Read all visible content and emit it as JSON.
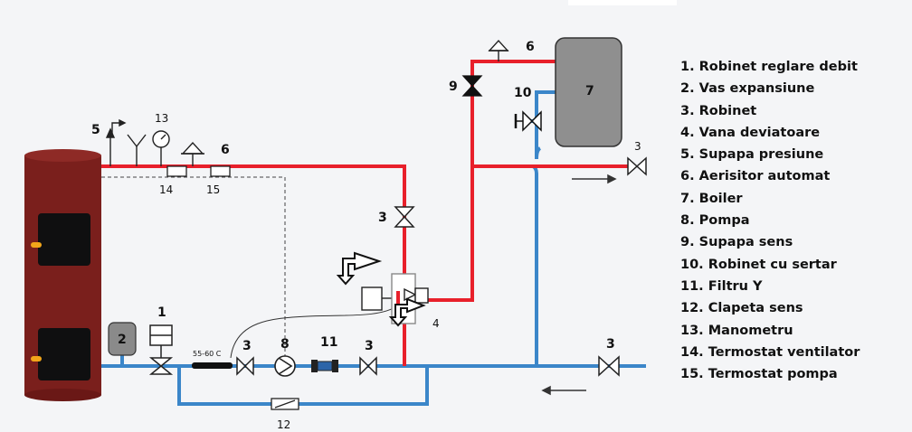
{
  "legend": {
    "items": [
      "1. Robinet reglare debit",
      "2. Vas expansiune",
      "3. Robinet",
      "4. Vana deviatoare",
      "5. Supapa presiune",
      "6. Aerisitor automat",
      "7. Boiler",
      "8. Pompa",
      "9. Supapa sens",
      "10. Robinet cu sertar",
      "11. Filtru Y",
      "12. Clapeta sens",
      "13. Manometru",
      "14. Termostat ventilator",
      "15. Termostat pompa"
    ]
  },
  "diagram": {
    "sensor_label": "55-60 C",
    "numbers": {
      "n1": "1",
      "n2": "2",
      "n3": "3",
      "n4": "4",
      "n5": "5",
      "n6": "6",
      "n7": "7",
      "n8": "8",
      "n9": "9",
      "n10": "10",
      "n11": "11",
      "n12": "12",
      "n13": "13",
      "n14": "14",
      "n15": "15"
    },
    "colors": {
      "supply_pipe": "#e8202b",
      "return_pipe": "#3b86c9",
      "furnace": "#7a1f1c",
      "boiler_tank": "#8f8f8f"
    }
  }
}
